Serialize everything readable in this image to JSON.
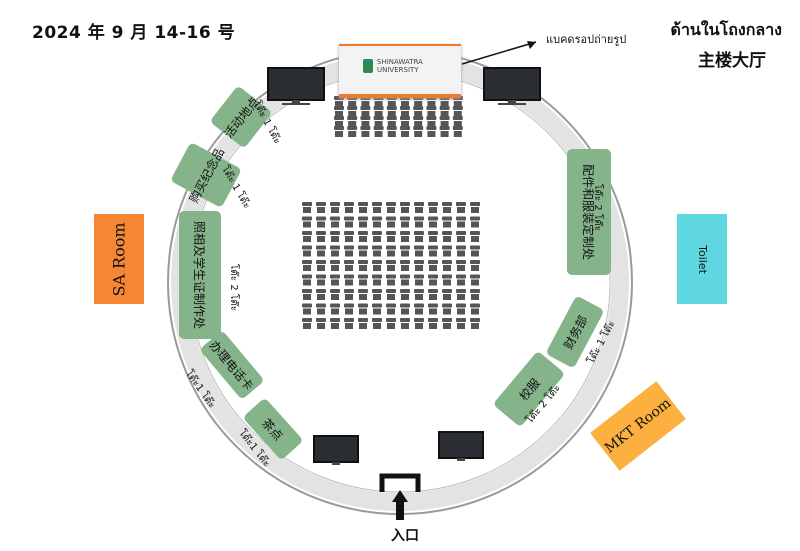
{
  "header": {
    "date": "2024 年 9 月 14-16 号",
    "hall_thai": "ด้านในโถงกลาง",
    "hall_chinese": "主楼大厅"
  },
  "stage": {
    "logo_line1": "SHINAWATRA",
    "logo_line2": "UNIVERSITY",
    "photo_label": "แบคดรอปถ่ายรูป"
  },
  "rooms": {
    "sa": "SA Room",
    "toilet": "Toilet",
    "mkt": "MKT Room"
  },
  "booths": {
    "activity": "活动地点",
    "souvenir": "购买纪念品",
    "photo_id": "照相及学生证制作处",
    "sim": "办理电话卡",
    "tea": "茶点",
    "uniform": "配件和服装定制处",
    "finance": "财务部",
    "school_uniform": "校服"
  },
  "table_counts": {
    "activity": "โต๊ะ 1 โต๊ะ",
    "souvenir": "โต๊ะ 1 โต๊ะ",
    "photo_id": "โต๊ะ 2 โต๊ะ",
    "sim": "โต๊ะ1 โต๊ะ",
    "tea": "โต๊ะ1 โต๊ะ",
    "uniform": "โต๊ะ 2 โต๊ะ",
    "finance": "โต๊ะ 1 โต๊ะ",
    "school_uniform": "โต๊ะ 2 โต๊ะ"
  },
  "entrance": "入口",
  "colors": {
    "ring": "#e3e3e3",
    "booth": "#86b48a",
    "chair": "#555555",
    "sa_room": "#f58634",
    "toilet": "#5ed7e0",
    "mkt_room": "#fbb040",
    "stage_accent": "#f07a28"
  }
}
